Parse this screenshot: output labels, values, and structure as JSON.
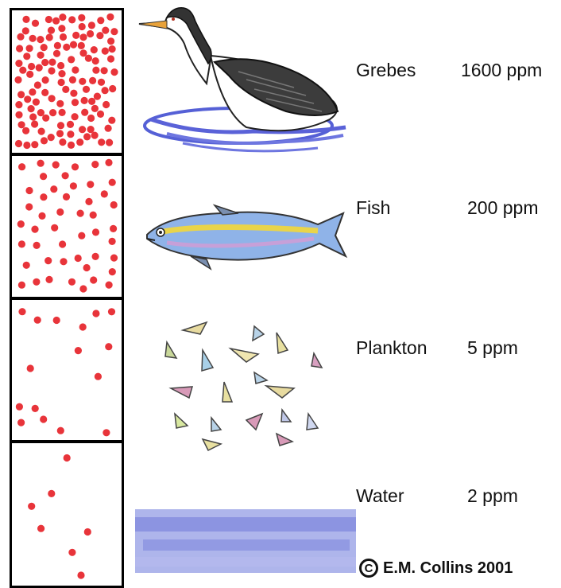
{
  "levels": [
    {
      "name": "Grebes",
      "concentration": "1600 ppm",
      "dot_count": 120
    },
    {
      "name": "Fish",
      "concentration": "200 ppm",
      "dot_count": 48
    },
    {
      "name": "Plankton",
      "concentration": "5 ppm",
      "dot_count": 16
    },
    {
      "name": "Water",
      "concentration": "2 ppm",
      "dot_count": 7
    }
  ],
  "copyright": {
    "symbol": "C",
    "text": "E.M. Collins 2001"
  },
  "colors": {
    "dot": "#e8343a",
    "water": "#7e86dd",
    "bird_dark": "#3c3c3c",
    "fish_blue": "#6f8fd6"
  },
  "icons": [
    "grebe-illustration",
    "fish-illustration",
    "plankton-illustration",
    "water-illustration"
  ]
}
